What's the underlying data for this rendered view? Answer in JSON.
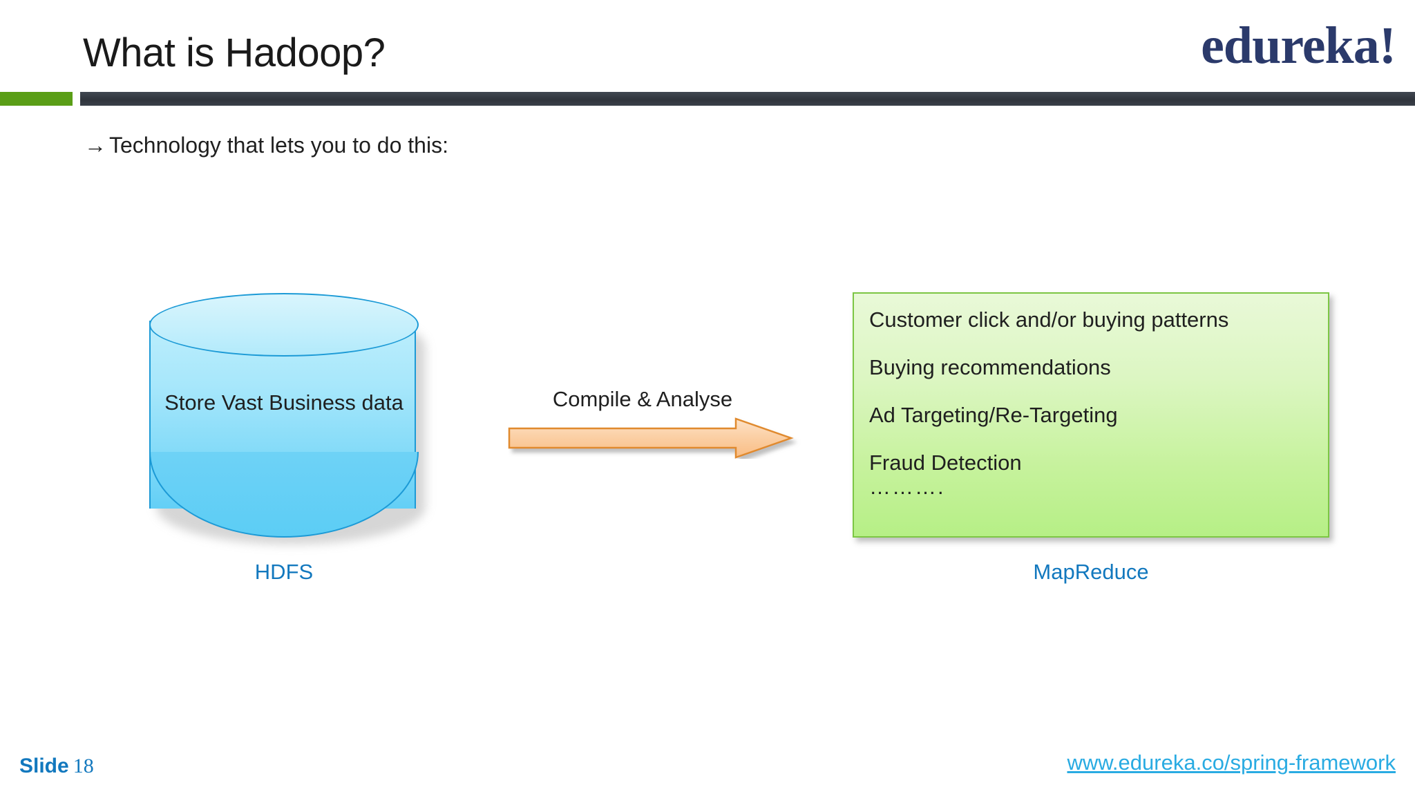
{
  "slide": {
    "title": "What is Hadoop?",
    "brand": "edureka!",
    "bullet": {
      "marker": "→",
      "text": "Technology that lets you to do this:"
    },
    "storage": {
      "label": "Store Vast Business data",
      "caption": "HDFS"
    },
    "process": {
      "arrow_label": "Compile & Analyse"
    },
    "outputs": {
      "caption": "MapReduce",
      "items": [
        "Customer click and/or buying patterns",
        "Buying recommendations",
        "Ad Targeting/Re-Targeting",
        "Fraud Detection",
        "………."
      ]
    },
    "footer": {
      "slide_word": "Slide",
      "slide_number": "18",
      "link": "www.edureka.co/spring-framework"
    },
    "colors": {
      "accent_green": "#5a9e17",
      "rule_dark": "#2f343c",
      "brand_navy": "#2b3a6b",
      "caption_blue": "#1278be",
      "link_blue": "#29abe2",
      "cylinder_blue": "#63cff6",
      "cylinder_stroke": "#1c9ad6",
      "box_green_light": "#e9f9d8",
      "box_green_dark": "#b6ef86",
      "box_border": "#7cc644",
      "arrow_fill": "#fbcfa0",
      "arrow_stroke": "#e08a2e"
    }
  }
}
